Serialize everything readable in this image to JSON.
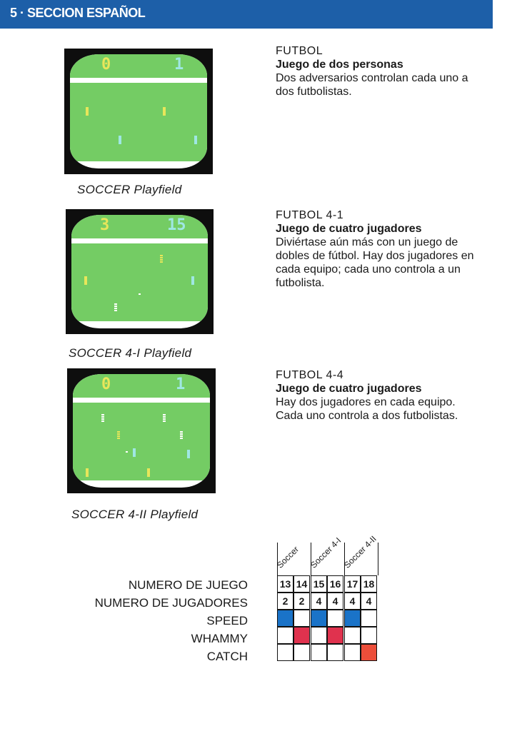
{
  "header": {
    "title": "5 · SECCION ESPAÑOL"
  },
  "games": [
    {
      "title": "FUTBOL",
      "subtitle": "Juego de dos personas",
      "body": "Dos adversarios controlan cada uno a dos futbolistas.",
      "caption": "SOCCER Playfield",
      "score_left": "0",
      "score_right": "1"
    },
    {
      "title": "FUTBOL 4-1",
      "subtitle": "Juego de cuatro jugadores",
      "body": "Diviértase aún más con un juego de dobles de fútbol. Hay dos jugadores en cada equipo; cada uno controla a un futbolista.",
      "caption": "SOCCER 4-I Playfield",
      "score_left": "3",
      "score_right": "15"
    },
    {
      "title": "FUTBOL 4-4",
      "subtitle": "Juego de cuatro jugadores",
      "body": "Hay dos jugadores en cada equipo. Cada uno controla a dos futbolistas.",
      "caption": "SOCCER 4-II Playfield",
      "score_left": "0",
      "score_right": "1"
    }
  ],
  "table": {
    "column_groups": [
      "Soccer",
      "Soccer 4-I",
      "Soccer 4-II"
    ],
    "rows": {
      "game_number": {
        "label": "NUMERO DE JUEGO",
        "values": [
          "13",
          "14",
          "15",
          "16",
          "17",
          "18"
        ]
      },
      "players": {
        "label": "NUMERO DE JUGADORES",
        "values": [
          "2",
          "2",
          "4",
          "4",
          "4",
          "4"
        ]
      },
      "speed": {
        "label": "SPEED"
      },
      "whammy": {
        "label": "WHAMMY"
      },
      "catch": {
        "label": "CATCH"
      }
    },
    "colors": {
      "speed": "#1a73c8",
      "whammy": "#e0324e",
      "catch": "#ec4e3a"
    }
  }
}
